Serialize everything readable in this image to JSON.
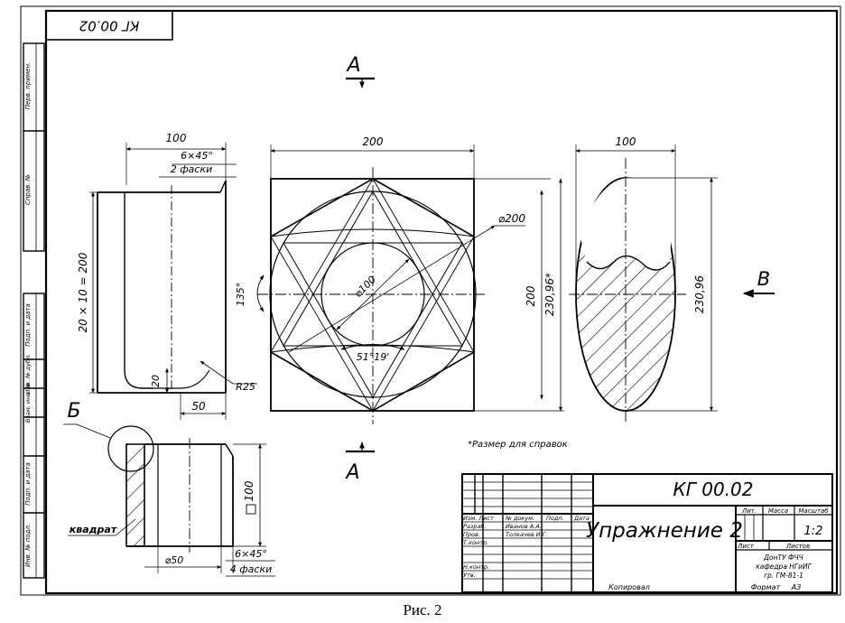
{
  "stamp_code_rotated": "КГ 00.02",
  "view_markers": {
    "a_top": "А",
    "a_bottom": "А",
    "b_arrow": "В",
    "b_callout": "Б"
  },
  "left_view": {
    "dim_width": "100",
    "chamfer_top": "6×45°",
    "chamfer_top_note": "2 фаски",
    "dim_height": "20 × 10 = 200",
    "dim_fillet_vertical": "20",
    "dim_base": "50",
    "radius": "R25"
  },
  "front_view": {
    "dim_width": "200",
    "dim_height": "200",
    "dim_height_ref": "230,96*",
    "circle_outer": "⌀200",
    "circle_inner": "⌀100",
    "angle_left": "135°",
    "angle_bottom": "51°19'"
  },
  "right_view": {
    "dim_width": "100",
    "dim_height": "230,96"
  },
  "bottom_view": {
    "label_square": "квадрат",
    "dim_diameter": "⌀50",
    "chamfer": "6×45°",
    "chamfer_note": "4 фаски",
    "square_size": "100"
  },
  "reference_note": "*Размер для справок",
  "left_margin_labels": [
    "Перв. примен.",
    "Справ. №",
    "Подп. и дата",
    "Инв. № дубл.",
    "Взам. инв. №",
    "Подп. и дата",
    "Инв. № подл."
  ],
  "title_block": {
    "code": "КГ 00.02",
    "title": "Упражнение 2",
    "col_lit": "Лит.",
    "col_mass": "Масса",
    "col_scale": "Масштаб",
    "scale_value": "1:2",
    "sheet_label": "Лист",
    "sheets_label": "Листов",
    "rows": [
      {
        "role": "Изм. Лист",
        "name": "№ докум.",
        "sign": "Подп.",
        "date": "Дата"
      },
      {
        "role": "Разраб.",
        "name": "Иванов А.А.",
        "sign": "",
        "date": ""
      },
      {
        "role": "Пров.",
        "name": "Толкачев И.Г.",
        "sign": "",
        "date": ""
      },
      {
        "role": "Т.контр.",
        "name": "",
        "sign": "",
        "date": ""
      },
      {
        "role": "Н.контр.",
        "name": "",
        "sign": "",
        "date": ""
      },
      {
        "role": "Утв.",
        "name": "",
        "sign": "",
        "date": ""
      }
    ],
    "org_line1": "ДонТУ ФЧЧ",
    "org_line2": "кафедра НГиИГ",
    "org_line3": "гр. ГМ-81-1",
    "copied_label": "Копировал",
    "format_label": "Формат",
    "format_value": "А3"
  },
  "figure_caption": "Рис. 2"
}
